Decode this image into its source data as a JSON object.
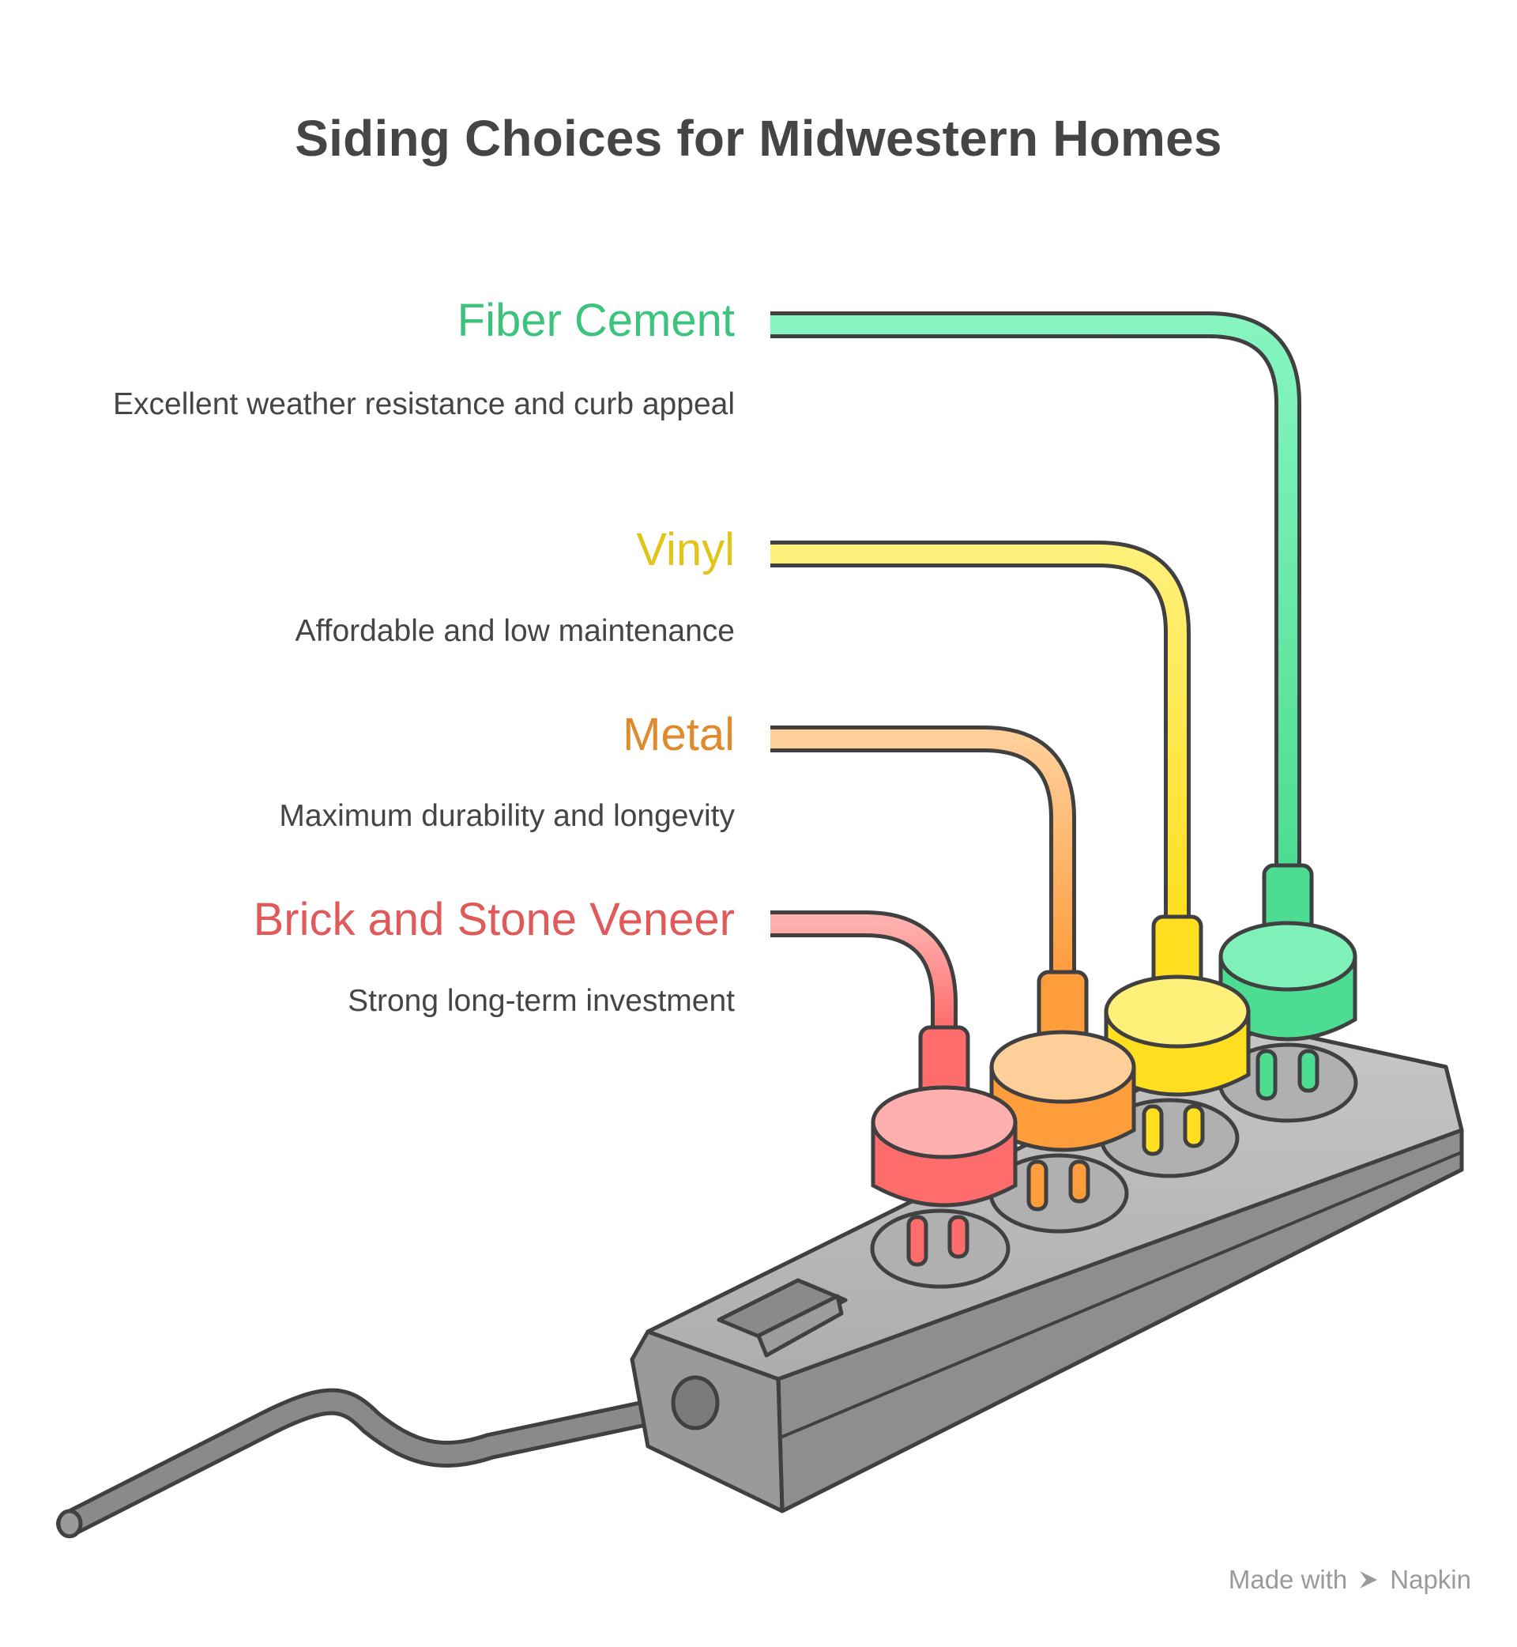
{
  "title": "Siding Choices for Midwestern Homes",
  "items": [
    {
      "label": "Fiber Cement",
      "description": "Excellent weather resistance and curb appeal",
      "color": "#3cc47c",
      "fill": "#7ff0b8"
    },
    {
      "label": "Vinyl",
      "description": "Affordable and low maintenance",
      "color": "#e2c51a",
      "fill": "#ffe84a"
    },
    {
      "label": "Metal",
      "description": "Maximum durability and longevity",
      "color": "#e08a2e",
      "fill": "#ffb778"
    },
    {
      "label": "Brick and Stone Veneer",
      "description": "Strong long-term investment",
      "color": "#e05a5a",
      "fill": "#ff9a9a"
    }
  ],
  "footer": {
    "prefix": "Made with",
    "brand": "Napkin"
  }
}
